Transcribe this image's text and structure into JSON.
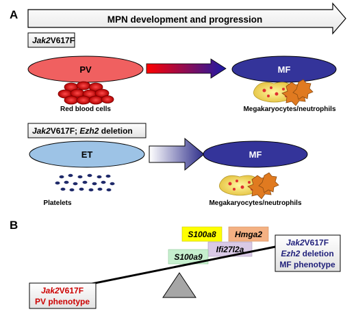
{
  "panel_a": {
    "letter": "A",
    "arrow_label": "MPN development and progression",
    "row1": {
      "genotype_italic": "Jak2",
      "genotype_rest": "V617F",
      "left_ellipse": "PV",
      "right_ellipse": "MF",
      "left_caption": "Red blood cells",
      "right_caption": "Megakaryocytes/neutrophils"
    },
    "row2": {
      "genotype_italic": "Jak2",
      "genotype_mid": "V617F; ",
      "genotype_italic2": "Ezh2",
      "genotype_rest": " deletion",
      "left_ellipse": "ET",
      "right_ellipse": "MF",
      "left_caption": "Platelets",
      "right_caption": "Megakaryocytes/neutrophils"
    }
  },
  "panel_b": {
    "letter": "B",
    "genes": [
      "S100a8",
      "Hmga2",
      "Ifi27l2a",
      "S100a9"
    ],
    "left_box": {
      "italic": "Jak2",
      "rest": "V617F",
      "line2": "PV phenotype"
    },
    "right_box": {
      "italic": "Jak2",
      "rest": "V617F",
      "line2_italic": "Ezh2",
      "line2_rest": " deletion",
      "line3": "MF phenotype"
    }
  },
  "colors": {
    "pv_red": "#f06060",
    "mf_blue": "#34349a",
    "et_blue": "#9dc3e6",
    "s100a8_yellow": "#ffff00",
    "hmga2_orange": "#f4b183",
    "ifi27l2a_lilac": "#d9c9e6",
    "s100a9_green": "#c6efce",
    "left_text_red": "#cc0000",
    "right_text_blue": "#1f1f7a"
  }
}
